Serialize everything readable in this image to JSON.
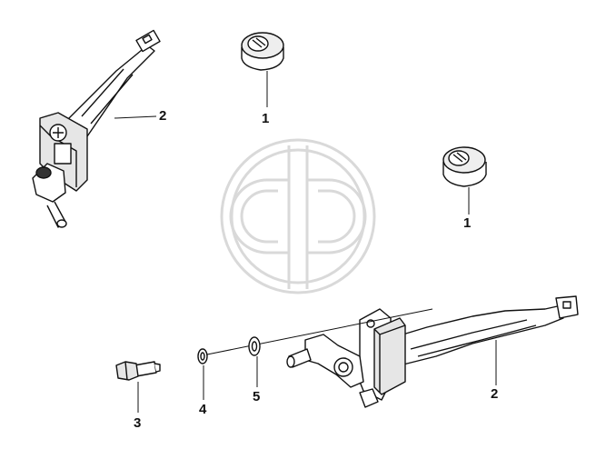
{
  "diagram": {
    "callouts": [
      {
        "id": "c1a",
        "label": "1"
      },
      {
        "id": "c1b",
        "label": "1"
      },
      {
        "id": "c2a",
        "label": "2"
      },
      {
        "id": "c2b",
        "label": "2"
      },
      {
        "id": "c3",
        "label": "3"
      },
      {
        "id": "c4",
        "label": "4"
      },
      {
        "id": "c5",
        "label": "5"
      }
    ]
  },
  "colors": {
    "line": "#111111",
    "watermark": "#d9d9d9",
    "fill": "#ffffff",
    "shade": "#e6e6e6"
  }
}
